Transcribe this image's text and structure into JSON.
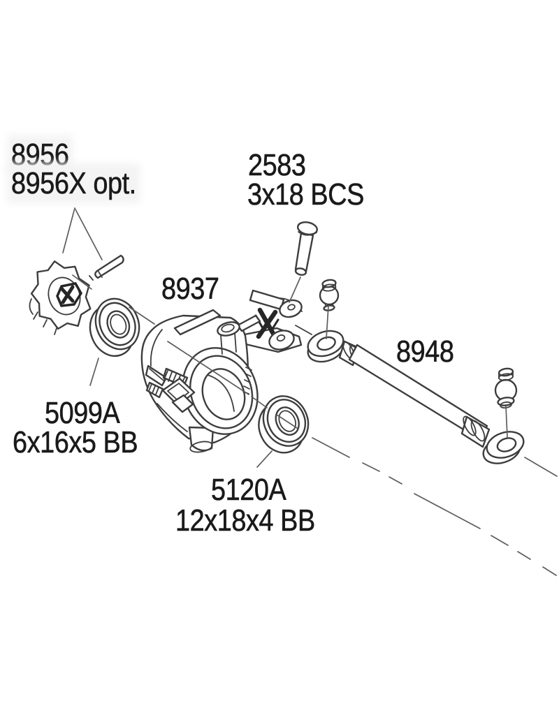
{
  "diagram": {
    "title_labels": {
      "l8956": "8956",
      "l8956x": "8956X opt.",
      "l2583": "2583",
      "l2583_spec": "3x18 BCS",
      "l8937": "8937",
      "l8948": "8948",
      "l5099a": "5099A",
      "l5099a_spec": "6x16x5 BB",
      "l5120a": "5120A",
      "l5120a_spec": "12x18x4 BB"
    },
    "colors": {
      "background": "#ffffff",
      "line": "#3d3d3d",
      "leader_line": "#5d5d5d",
      "dark_detail": "#262626",
      "text": "#1a1a1a"
    }
  }
}
